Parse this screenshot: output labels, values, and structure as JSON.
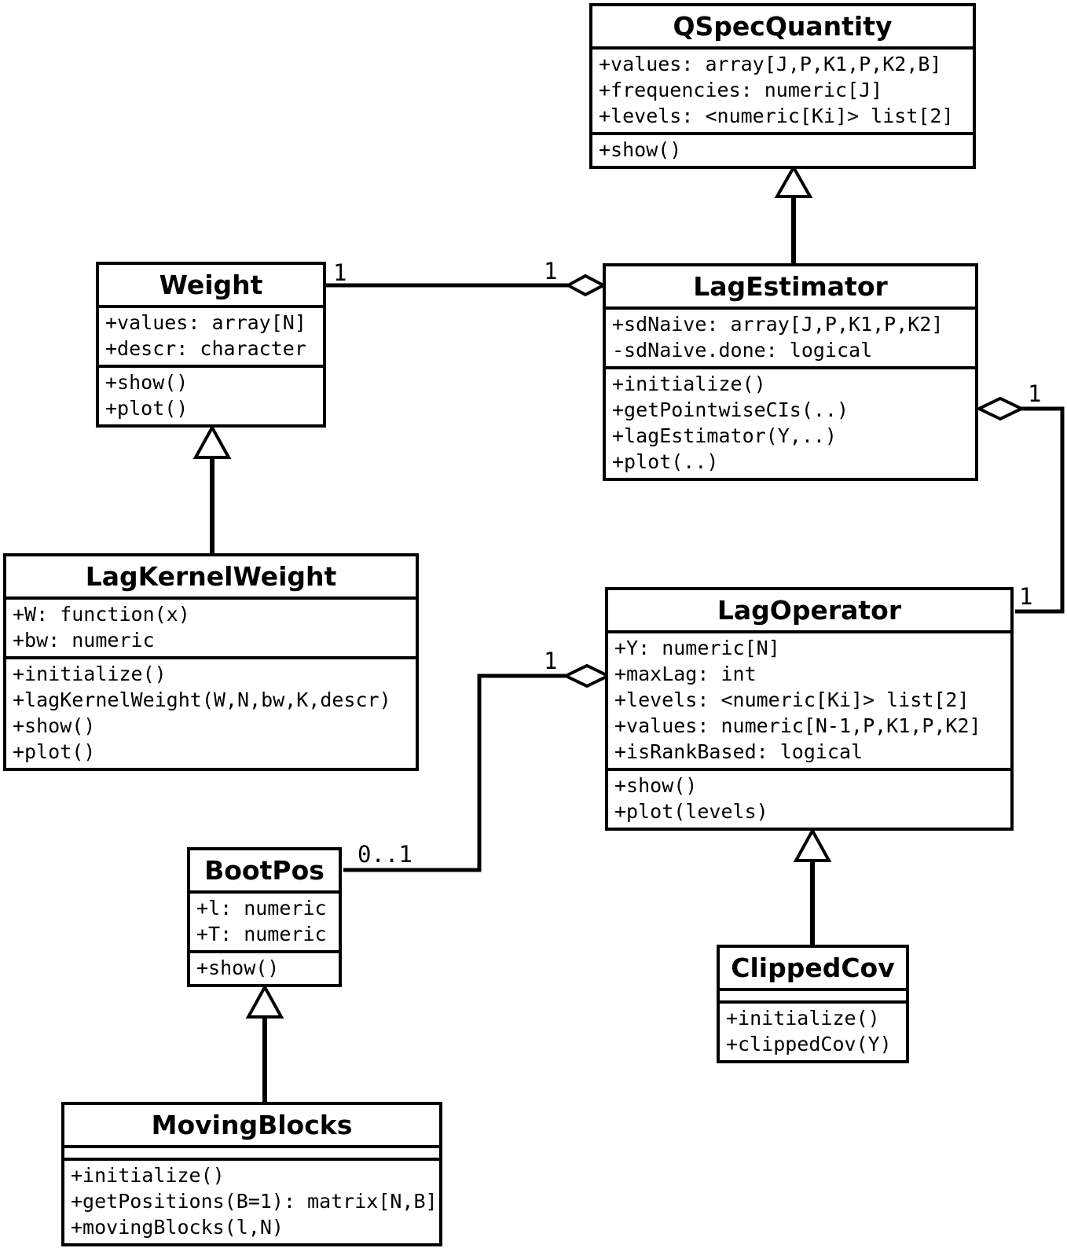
{
  "classes": [
    {
      "name": "QSpecQuantity",
      "attributes": [
        "+values: array[J,P,K1,P,K2,B]",
        "+frequencies: numeric[J]",
        "+levels: <numeric[Ki]> list[2]"
      ],
      "methods": [
        "+show()"
      ]
    },
    {
      "name": "Weight",
      "attributes": [
        "+values: array[N]",
        "+descr: character"
      ],
      "methods": [
        "+show()",
        "+plot()"
      ]
    },
    {
      "name": "LagEstimator",
      "attributes": [
        "+sdNaive: array[J,P,K1,P,K2]",
        "-sdNaive.done: logical"
      ],
      "methods": [
        "+initialize()",
        "+getPointwiseCIs(..)",
        "+lagEstimator(Y,..)",
        "+plot(..)"
      ]
    },
    {
      "name": "LagKernelWeight",
      "attributes": [
        "+W: function(x)",
        "+bw: numeric"
      ],
      "methods": [
        "+initialize()",
        "+lagKernelWeight(W,N,bw,K,descr)",
        "+show()",
        "+plot()"
      ]
    },
    {
      "name": "LagOperator",
      "attributes": [
        "+Y: numeric[N]",
        "+maxLag: int",
        "+levels: <numeric[Ki]> list[2]",
        "+values: numeric[N-1,P,K1,P,K2]",
        "+isRankBased: logical"
      ],
      "methods": [
        "+show()",
        "+plot(levels)"
      ]
    },
    {
      "name": "BootPos",
      "attributes": [
        "+l: numeric",
        "+T: numeric"
      ],
      "methods": [
        "+show()"
      ]
    },
    {
      "name": "ClippedCov",
      "attributes": [],
      "methods": [
        "+initialize()",
        "+clippedCov(Y)"
      ]
    },
    {
      "name": "MovingBlocks",
      "attributes": [],
      "methods": [
        "+initialize()",
        "+getPositions(B=1): matrix[N,B]",
        "+movingBlocks(l,N)"
      ]
    }
  ],
  "multiplicities": {
    "weight_end": "1",
    "estimator_near_weight": "1",
    "estimator_operator_upper": "1",
    "estimator_operator_lower": "1",
    "bootpos_end": "0..1",
    "operator_near_bootpos": "1"
  },
  "colors": {
    "line": "#000000",
    "background": "#ffffff"
  }
}
